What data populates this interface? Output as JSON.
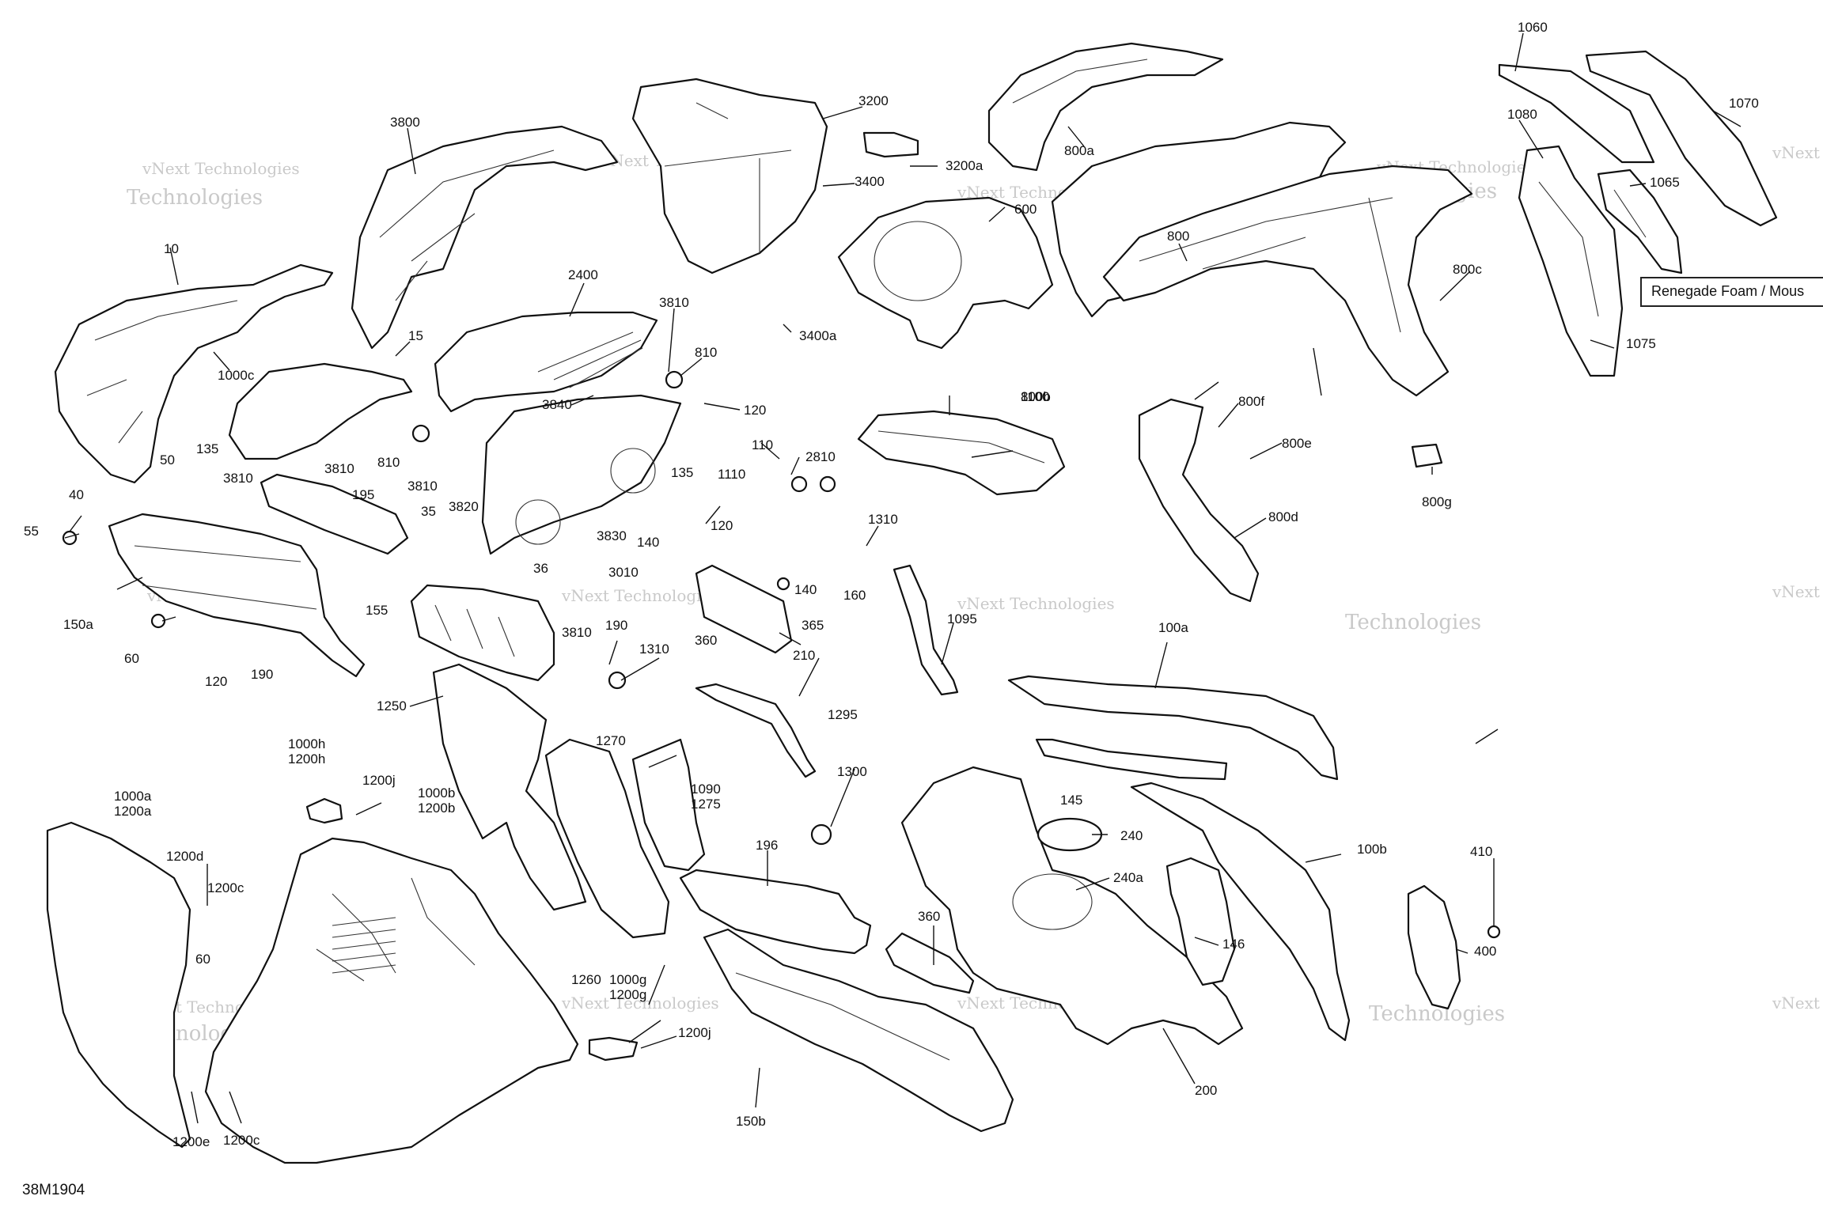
{
  "diagram": {
    "drawing_number": "38M1904",
    "note_box": "Renegade Foam / Mous",
    "watermark": {
      "line1": "vNext Technologies",
      "line2": "Technologies"
    },
    "callouts": [
      {
        "id": "c1060",
        "text": "1060"
      },
      {
        "id": "c1070",
        "text": "1070"
      },
      {
        "id": "c1080",
        "text": "1080"
      },
      {
        "id": "c1065",
        "text": "1065"
      },
      {
        "id": "c1075",
        "text": "1075"
      },
      {
        "id": "c3800",
        "text": "3800"
      },
      {
        "id": "c3200",
        "text": "3200"
      },
      {
        "id": "c3200a",
        "text": "3200a"
      },
      {
        "id": "c3400",
        "text": "3400"
      },
      {
        "id": "c600",
        "text": "600"
      },
      {
        "id": "c800a",
        "text": "800a"
      },
      {
        "id": "c800",
        "text": "800"
      },
      {
        "id": "c800c",
        "text": "800c"
      },
      {
        "id": "c10",
        "text": "10"
      },
      {
        "id": "c2400",
        "text": "2400"
      },
      {
        "id": "c3400a",
        "text": "3400a"
      },
      {
        "id": "c3810a",
        "text": "3810"
      },
      {
        "id": "c810a",
        "text": "810"
      },
      {
        "id": "c1000c",
        "text": "1000c"
      },
      {
        "id": "c15",
        "text": "15"
      },
      {
        "id": "c120a",
        "text": "120"
      },
      {
        "id": "c3840",
        "text": "3840"
      },
      {
        "id": "c800b",
        "text": "800b"
      },
      {
        "id": "c800f",
        "text": "800f"
      },
      {
        "id": "c1100",
        "text": "1100"
      },
      {
        "id": "c800e",
        "text": "800e"
      },
      {
        "id": "c810b",
        "text": "810"
      },
      {
        "id": "c110",
        "text": "110"
      },
      {
        "id": "c2810",
        "text": "2810"
      },
      {
        "id": "c50",
        "text": "50"
      },
      {
        "id": "c135a",
        "text": "135"
      },
      {
        "id": "c3810b",
        "text": "3810"
      },
      {
        "id": "c3810c",
        "text": "3810"
      },
      {
        "id": "c3810d",
        "text": "3810"
      },
      {
        "id": "c195",
        "text": "195"
      },
      {
        "id": "c40",
        "text": "40"
      },
      {
        "id": "c35",
        "text": "35"
      },
      {
        "id": "c3820",
        "text": "3820"
      },
      {
        "id": "c135b",
        "text": "135"
      },
      {
        "id": "c1110",
        "text": "1110"
      },
      {
        "id": "c800g",
        "text": "800g"
      },
      {
        "id": "c800d",
        "text": "800d"
      },
      {
        "id": "c55",
        "text": "55"
      },
      {
        "id": "c1310a",
        "text": "1310"
      },
      {
        "id": "c120b",
        "text": "120"
      },
      {
        "id": "c140a",
        "text": "140"
      },
      {
        "id": "c3830",
        "text": "3830"
      },
      {
        "id": "c36",
        "text": "36"
      },
      {
        "id": "c3010",
        "text": "3010"
      },
      {
        "id": "c140b",
        "text": "140"
      },
      {
        "id": "c160",
        "text": "160"
      },
      {
        "id": "c150a",
        "text": "150a"
      },
      {
        "id": "c155",
        "text": "155"
      },
      {
        "id": "c3810e",
        "text": "3810"
      },
      {
        "id": "c190a",
        "text": "190"
      },
      {
        "id": "c360a",
        "text": "360"
      },
      {
        "id": "c365",
        "text": "365"
      },
      {
        "id": "c1095",
        "text": "1095"
      },
      {
        "id": "c100a",
        "text": "100a"
      },
      {
        "id": "c60a",
        "text": "60"
      },
      {
        "id": "c120c",
        "text": "120"
      },
      {
        "id": "c190b",
        "text": "190"
      },
      {
        "id": "c1310b",
        "text": "1310"
      },
      {
        "id": "c210",
        "text": "210"
      },
      {
        "id": "c1250",
        "text": "1250"
      },
      {
        "id": "c1295",
        "text": "1295"
      },
      {
        "id": "c1270",
        "text": "1270"
      },
      {
        "id": "c1000h",
        "text": "1000h"
      },
      {
        "id": "c1200h",
        "text": "1200h"
      },
      {
        "id": "c1200j_a",
        "text": "1200j"
      },
      {
        "id": "c1090",
        "text": "1090"
      },
      {
        "id": "c1275",
        "text": "1275"
      },
      {
        "id": "c1300",
        "text": "1300"
      },
      {
        "id": "c145",
        "text": "145"
      },
      {
        "id": "c1000a",
        "text": "1000a"
      },
      {
        "id": "c1200a",
        "text": "1200a"
      },
      {
        "id": "c1000b",
        "text": "1000b"
      },
      {
        "id": "c1200b",
        "text": "1200b"
      },
      {
        "id": "c240",
        "text": "240"
      },
      {
        "id": "c100b",
        "text": "100b"
      },
      {
        "id": "c410",
        "text": "410"
      },
      {
        "id": "c1200d",
        "text": "1200d"
      },
      {
        "id": "c196",
        "text": "196"
      },
      {
        "id": "c240a",
        "text": "240a"
      },
      {
        "id": "c1200c_a",
        "text": "1200c"
      },
      {
        "id": "c360b",
        "text": "360"
      },
      {
        "id": "c146",
        "text": "146"
      },
      {
        "id": "c400",
        "text": "400"
      },
      {
        "id": "c60b",
        "text": "60"
      },
      {
        "id": "c1260",
        "text": "1260"
      },
      {
        "id": "c1000g",
        "text": "1000g"
      },
      {
        "id": "c1200g",
        "text": "1200g"
      },
      {
        "id": "c1200j_b",
        "text": "1200j"
      },
      {
        "id": "c200",
        "text": "200"
      },
      {
        "id": "c1200e",
        "text": "1200e"
      },
      {
        "id": "c1200c_b",
        "text": "1200c"
      },
      {
        "id": "c150b",
        "text": "150b"
      }
    ]
  }
}
